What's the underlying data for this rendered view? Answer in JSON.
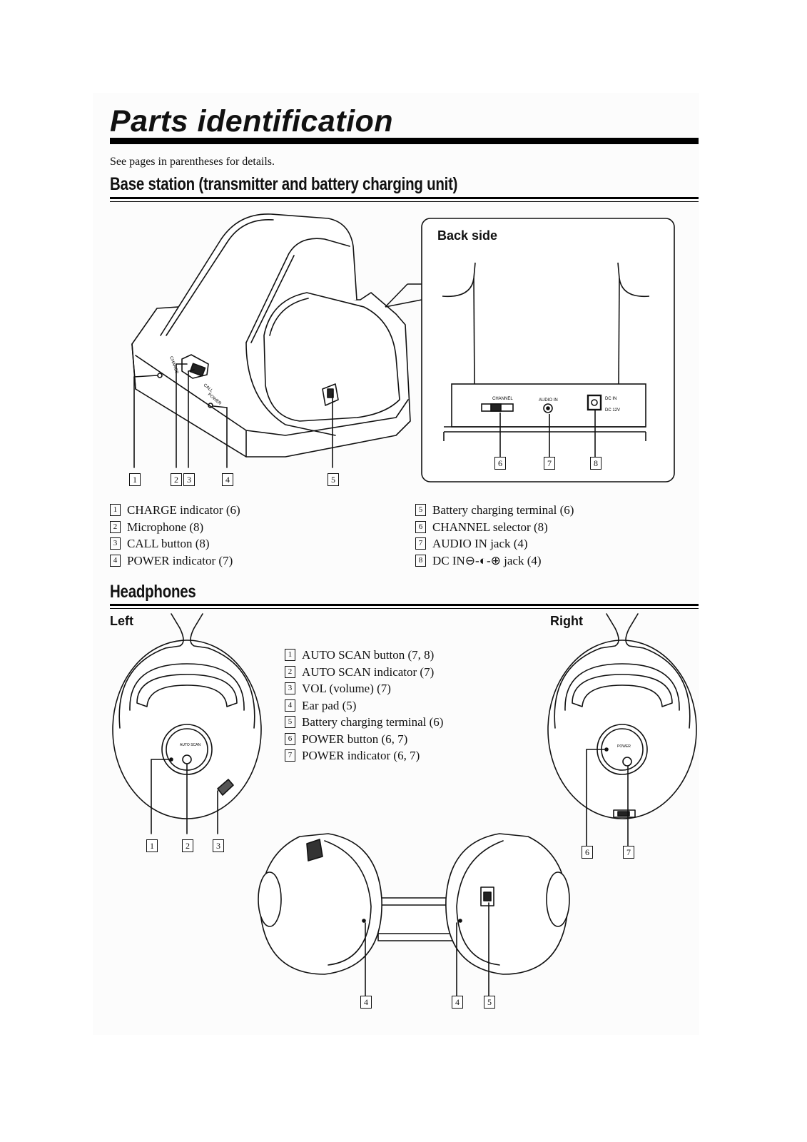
{
  "title": "Parts identification",
  "intro": "See pages in parentheses for details.",
  "base_station": {
    "heading": "Base station (transmitter and battery charging unit)",
    "back_side_label": "Back side",
    "device_labels": {
      "charge": "CHARGE",
      "call": "CALL",
      "power": "POWER",
      "channel": "CHANNEL",
      "audio_in": "AUDIO IN",
      "dc_in": "DC IN",
      "dc_in_voltage": "DC 12V"
    },
    "callouts": [
      "1",
      "2",
      "3",
      "4",
      "5",
      "6",
      "7",
      "8"
    ],
    "legend": [
      {
        "num": "1",
        "text": "CHARGE indicator (6)"
      },
      {
        "num": "2",
        "text": "Microphone (8)"
      },
      {
        "num": "3",
        "text": "CALL button (8)"
      },
      {
        "num": "4",
        "text": "POWER indicator (7)"
      },
      {
        "num": "5",
        "text": "Battery charging terminal (6)"
      },
      {
        "num": "6",
        "text": "CHANNEL selector (8)"
      },
      {
        "num": "7",
        "text": "AUDIO IN jack (4)"
      },
      {
        "num": "8",
        "text": "DC IN⊖-◐-⊕ jack (4)"
      }
    ]
  },
  "headphones": {
    "heading": "Headphones",
    "left_label": "Left",
    "right_label": "Right",
    "device_labels": {
      "auto_scan": "AUTO SCAN",
      "power": "POWER"
    },
    "callouts_left": [
      "1",
      "2",
      "3"
    ],
    "callouts_right": [
      "6",
      "7"
    ],
    "callouts_bottom": [
      "4",
      "4",
      "5"
    ],
    "legend": [
      {
        "num": "1",
        "text": "AUTO SCAN button (7, 8)"
      },
      {
        "num": "2",
        "text": "AUTO SCAN indicator (7)"
      },
      {
        "num": "3",
        "text": "VOL (volume) (7)"
      },
      {
        "num": "4",
        "text": "Ear pad (5)"
      },
      {
        "num": "5",
        "text": "Battery charging terminal (6)"
      },
      {
        "num": "6",
        "text": "POWER button (6, 7)"
      },
      {
        "num": "7",
        "text": "POWER indicator (6, 7)"
      }
    ]
  }
}
